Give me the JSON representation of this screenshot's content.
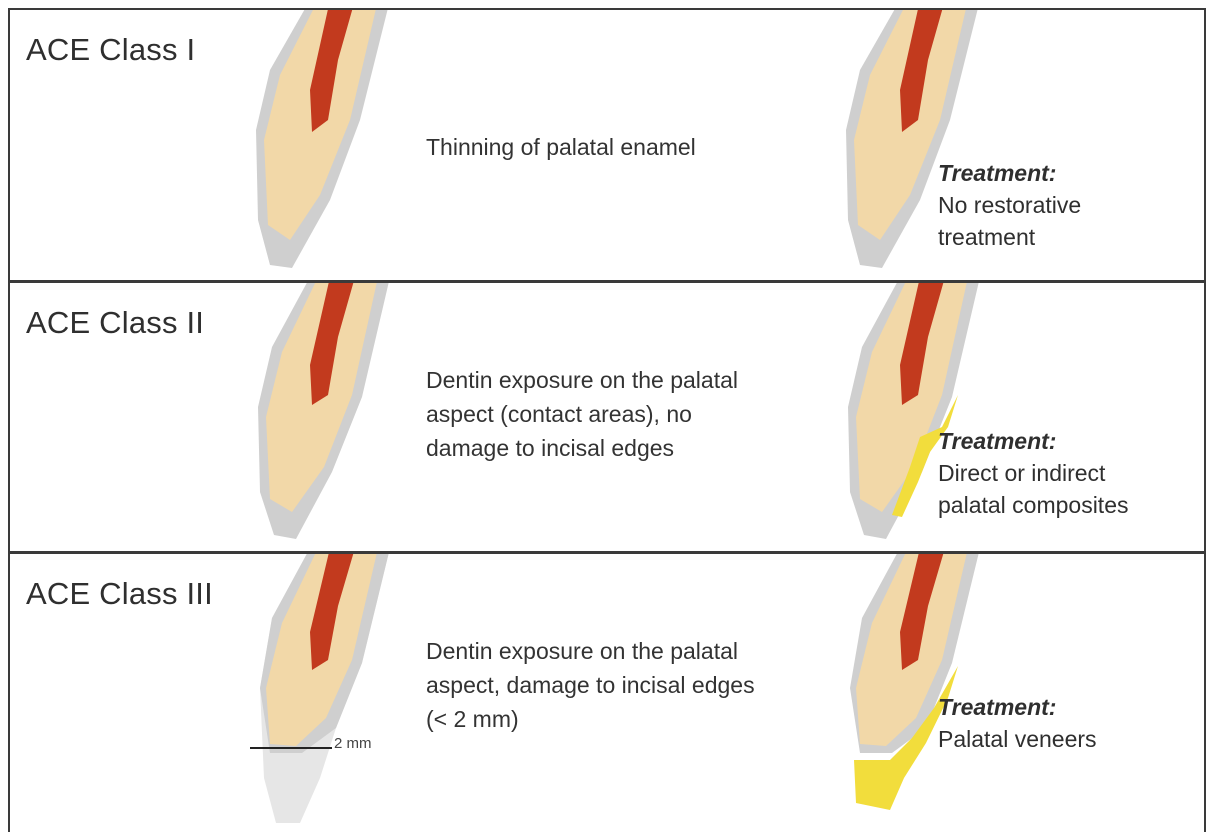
{
  "classes": [
    {
      "label": "ACE Class I",
      "description": [
        "Thinning of palatal enamel"
      ],
      "treatment_heading": "Treatment:",
      "treatment": [
        "No restorative",
        "treatment"
      ]
    },
    {
      "label": "ACE Class II",
      "description": [
        "Dentin exposure on the palatal",
        "aspect (contact areas), no",
        "damage to incisal edges"
      ],
      "treatment_heading": "Treatment:",
      "treatment": [
        "Direct or indirect",
        "palatal composites"
      ]
    },
    {
      "label": "ACE Class III",
      "description": [
        "Dentin exposure on the palatal",
        "aspect, damage to incisal edges",
        "(< 2 mm)"
      ],
      "treatment_heading": "Treatment:",
      "treatment": [
        "Palatal veneers"
      ],
      "scale_label": "2 mm"
    }
  ],
  "colors": {
    "dentin": "#f2d8a8",
    "enamel": "#c9c9c9",
    "pulp": "#c23a1e",
    "restoration": "#f2dd3c",
    "border": "#3a3a3a"
  }
}
